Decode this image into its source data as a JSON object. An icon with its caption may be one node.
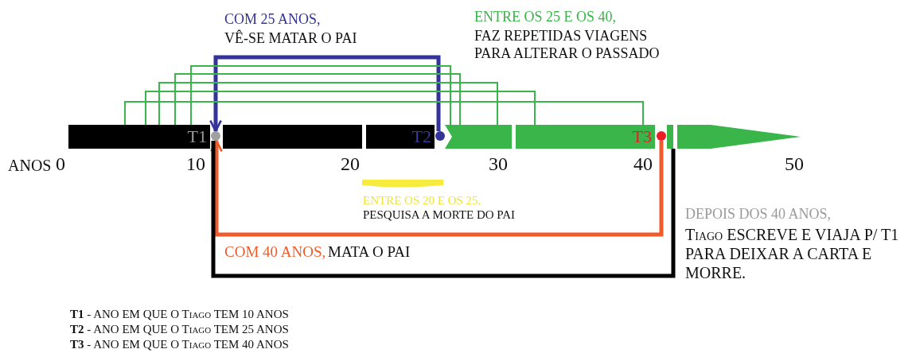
{
  "diagram": {
    "nodes": [
      {
        "text": [
          "T1"
        ]
      },
      {
        "text": [],
        "shape": "circle"
      },
      {
        "text": [],
        "shape": "bar"
      },
      {
        "text": [
          "T2"
        ]
      },
      {
        "text": [],
        "shape": "circle"
      },
      {
        "text": [],
        "shape": "bar"
      },
      {
        "text": [
          "T3"
        ]
      },
      {
        "text": [],
        "shape": "circle"
      },
      {
        "text": [],
        "shape": "bar"
      },
      {
        "text": [],
        "shape": "bar"
      }
    ],
    "edges": [
      {
        "from": 4,
        "to": 1,
        "arrow": "to",
        "style": "thick",
        "color": "#333399"
      },
      {
        "from": 0,
        "to": 6,
        "arrow": "none",
        "color": "#39b54a"
      },
      {
        "from": 0,
        "to": 6,
        "arrow": "none",
        "color": "#39b54a"
      },
      {
        "from": 0,
        "to": 5,
        "arrow": "none",
        "color": "#39b54a"
      },
      {
        "from": 0,
        "to": 5,
        "arrow": "none",
        "color": "#39b54a"
      },
      {
        "from": 0,
        "to": 5,
        "arrow": "none",
        "color": "#39b54a"
      },
      {
        "from": 7,
        "to": 1,
        "arrow": "to",
        "style": "thick",
        "color": "#f15a29"
      },
      {
        "from": 8,
        "to": 1,
        "arrow": "none",
        "style": "thick",
        "color": "#000000"
      }
    ],
    "labels": [
      "COM 25 ANOS,",
      "VÊ-SE MATAR O PAI",
      "ENTRE OS 25 E OS 40,",
      "FAZ REPETIDAS VIAGENS PARA ALTERAR O PASSADO",
      "ANOS",
      "0",
      "10",
      "20",
      "30",
      "40",
      "50",
      "ENTRE OS 20 E OS 25,",
      "PESQUISA A MORTE DO PAI",
      "DEPOIS DOS 40 ANOS,",
      "Tiago ESCREVE E VIAJA P/ T1 PARA DEIXAR A CARTA E MORRE.",
      "COM 40 ANOS,",
      "MATA O PAI",
      "**T1** - ANO EM QUE O Tiago TEM 10 ANOS",
      "**T2** - ANO EM QUE O Tiago TEM 25 ANOS",
      "**T3** - ANO EM QUE O Tiago TEM 40 ANOS"
    ]
  }
}
